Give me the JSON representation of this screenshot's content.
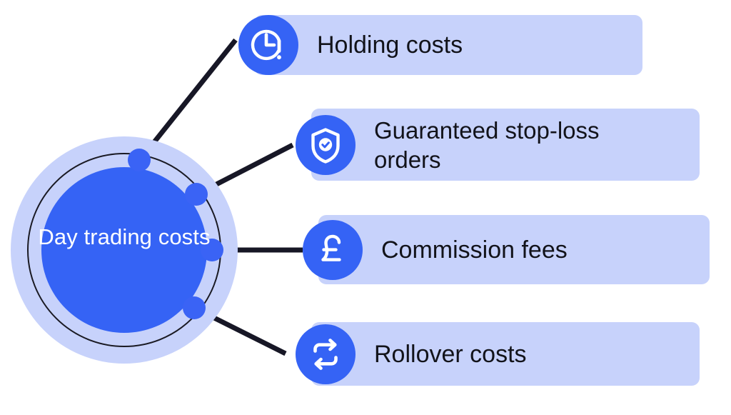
{
  "hub": {
    "label": "Day trading\ncosts",
    "outer_ring_color": "#c7d2fb",
    "inner_circle_color": "#3563f5",
    "stroke_color": "#1a1a23",
    "node_color": "#3a63f5"
  },
  "colors": {
    "accent_blue": "#3563f5",
    "bar_blue": "#c7d2fb",
    "text_dark": "#12131a",
    "connector": "#171726",
    "white": "#ffffff"
  },
  "branches": [
    {
      "label": "Holding costs",
      "icon": "clock-alert-icon"
    },
    {
      "label": "Guaranteed stop-loss\norders",
      "icon": "shield-check-icon"
    },
    {
      "label": "Commission fees",
      "icon": "pound-sterling-icon"
    },
    {
      "label": "Rollover costs",
      "icon": "swap-arrows-icon"
    }
  ]
}
